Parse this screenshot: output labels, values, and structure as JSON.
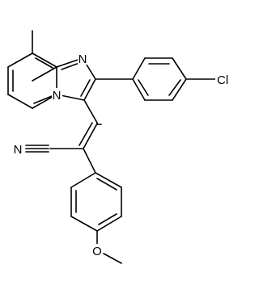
{
  "molecule": {
    "atoms": [
      {
        "id": "n_ring6",
        "label": "N"
      },
      {
        "id": "n_ring5",
        "label": "N"
      },
      {
        "id": "cl",
        "label": "Cl"
      },
      {
        "id": "n_nitrile",
        "label": "N"
      },
      {
        "id": "o_ether",
        "label": "O"
      }
    ],
    "colors": {
      "bond": "#000000",
      "text": "#000000",
      "background": "#ffffff"
    }
  }
}
